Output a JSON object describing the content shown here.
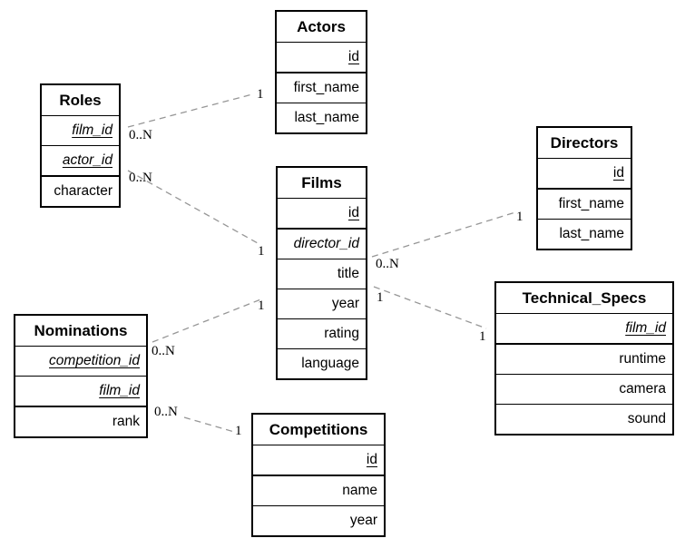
{
  "diagram": {
    "tables": {
      "actors": {
        "title": "Actors",
        "columns": [
          {
            "label": "id",
            "key": "PK"
          },
          {
            "label": "first_name",
            "key": ""
          },
          {
            "label": "last_name",
            "key": ""
          }
        ]
      },
      "roles": {
        "title": "Roles",
        "columns": [
          {
            "label": "film_id",
            "key": "PK,FK"
          },
          {
            "label": "actor_id",
            "key": "PK,FK"
          },
          {
            "label": "character",
            "key": ""
          }
        ]
      },
      "films": {
        "title": "Films",
        "columns": [
          {
            "label": "id",
            "key": "PK"
          },
          {
            "label": "director_id",
            "key": "FK"
          },
          {
            "label": "title",
            "key": ""
          },
          {
            "label": "year",
            "key": ""
          },
          {
            "label": "rating",
            "key": ""
          },
          {
            "label": "language",
            "key": ""
          }
        ]
      },
      "directors": {
        "title": "Directors",
        "columns": [
          {
            "label": "id",
            "key": "PK"
          },
          {
            "label": "first_name",
            "key": ""
          },
          {
            "label": "last_name",
            "key": ""
          }
        ]
      },
      "nominations": {
        "title": "Nominations",
        "columns": [
          {
            "label": "competition_id",
            "key": "PK,FK"
          },
          {
            "label": "film_id",
            "key": "PK,FK"
          },
          {
            "label": "rank",
            "key": ""
          }
        ]
      },
      "competitions": {
        "title": "Competitions",
        "columns": [
          {
            "label": "id",
            "key": "PK"
          },
          {
            "label": "name",
            "key": ""
          },
          {
            "label": "year",
            "key": ""
          }
        ]
      },
      "technical_specs": {
        "title": "Technical_Specs",
        "columns": [
          {
            "label": "film_id",
            "key": "PK,FK"
          },
          {
            "label": "runtime",
            "key": ""
          },
          {
            "label": "camera",
            "key": ""
          },
          {
            "label": "sound",
            "key": ""
          }
        ]
      }
    },
    "relations": [
      {
        "source": "Roles",
        "target": "Actors",
        "source_cardinality": "0..N",
        "target_cardinality": "1"
      },
      {
        "source": "Roles",
        "target": "Films",
        "source_cardinality": "0..N",
        "target_cardinality": "1"
      },
      {
        "source": "Nominations",
        "target": "Films",
        "source_cardinality": "0..N",
        "target_cardinality": "1"
      },
      {
        "source": "Nominations",
        "target": "Competitions",
        "source_cardinality": "0..N",
        "target_cardinality": "1"
      },
      {
        "source": "Films",
        "target": "Directors",
        "source_cardinality": "0..N",
        "target_cardinality": "1"
      },
      {
        "source": "Films",
        "target": "Technical_Specs",
        "source_cardinality": "1",
        "target_cardinality": "1"
      }
    ],
    "line_color": "#969696",
    "border_color": "#000000",
    "background_color": "#ffffff"
  }
}
